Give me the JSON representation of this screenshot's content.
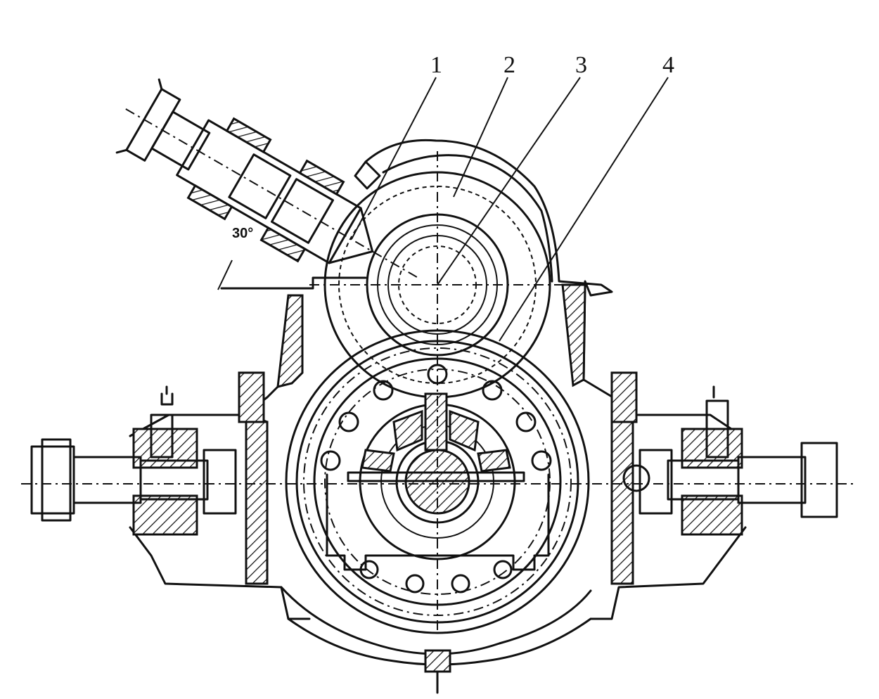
{
  "labels": {
    "l1": "1",
    "l2": "2",
    "l3": "3",
    "l4": "4"
  },
  "angle_marking": "30°"
}
